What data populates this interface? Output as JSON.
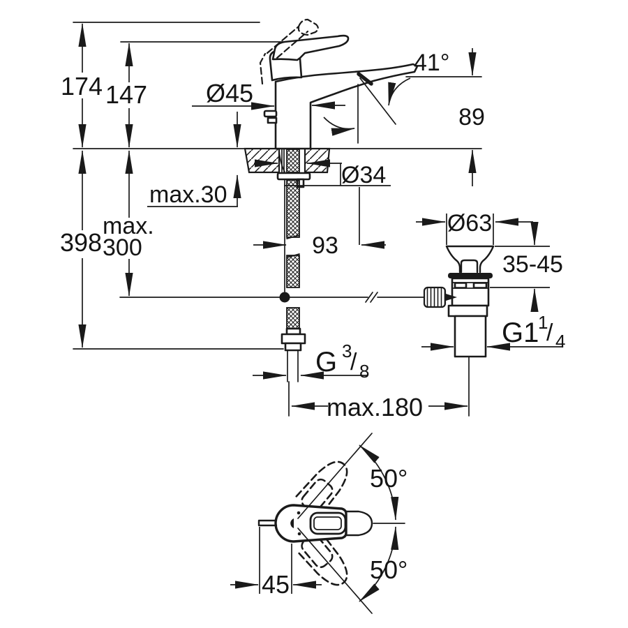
{
  "page": {
    "background": "#ffffff",
    "line_color": "#1a1a1a",
    "text_color": "#141414"
  },
  "side_view": {
    "total_height": "174",
    "lever_height": "147",
    "body_diameter": "Ø45",
    "spout_angle": "41°",
    "spout_height": "89",
    "deck_thickness": "max.30",
    "hole_diameter": "Ø34",
    "install_depth": "398",
    "hose_depth_prefix": "max.",
    "hose_depth_value": "300",
    "spout_reach": "93",
    "rod_span": "max.180",
    "supply_thread": {
      "prefix": "G",
      "numerator": "3",
      "slash": "/",
      "denominator": "8"
    }
  },
  "drain_view": {
    "flange_diameter": "Ø63",
    "deck_range": "35-45",
    "waste_thread": {
      "prefix": "G1",
      "numerator": "1",
      "slash": "/",
      "denominator": "4"
    }
  },
  "top_view": {
    "swivel_upper": "50°",
    "swivel_lower": "50°",
    "connection_offset": "45"
  }
}
